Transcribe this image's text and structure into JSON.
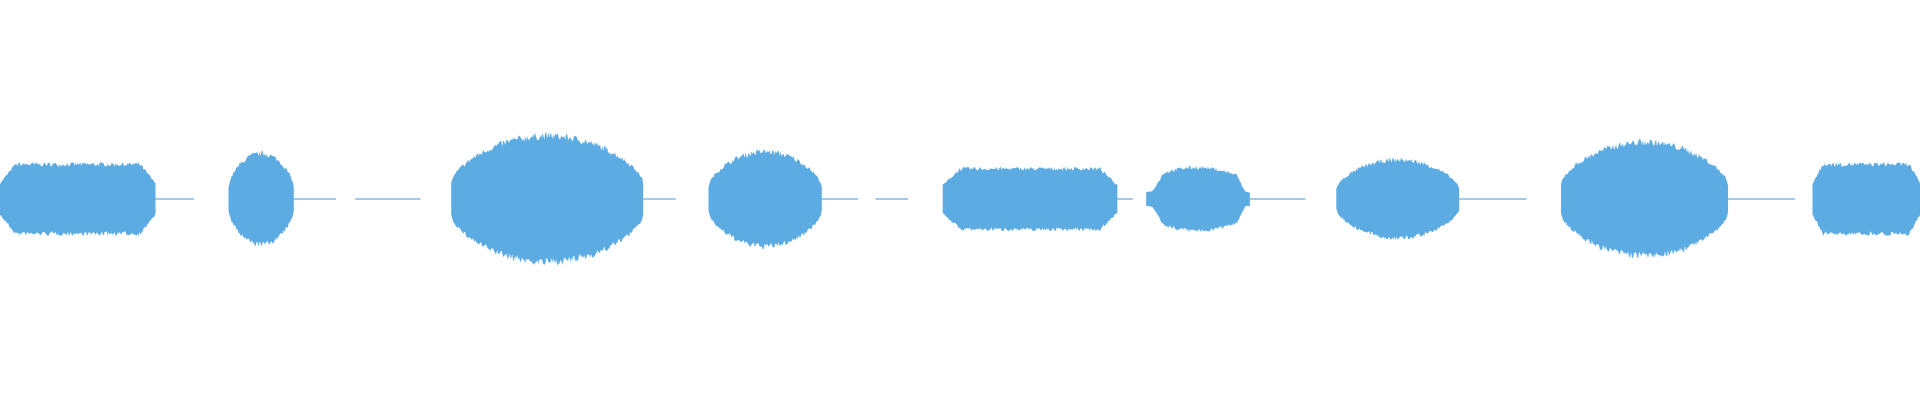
{
  "waveform": {
    "color": "#5DABE3",
    "segments": [
      {
        "start": 0.0,
        "end": 0.081,
        "shape": "flat",
        "peak": 0.55
      },
      {
        "start": 0.081,
        "end": 0.101,
        "shape": "tail",
        "peak": 0.03
      },
      {
        "start": 0.119,
        "end": 0.153,
        "shape": "dome",
        "peak": 0.72
      },
      {
        "start": 0.153,
        "end": 0.175,
        "shape": "tail",
        "peak": 0.03
      },
      {
        "start": 0.185,
        "end": 0.219,
        "shape": "tail",
        "peak": 0.03
      },
      {
        "start": 0.235,
        "end": 0.335,
        "shape": "dome",
        "peak": 1.0
      },
      {
        "start": 0.335,
        "end": 0.352,
        "shape": "tail",
        "peak": 0.03
      },
      {
        "start": 0.369,
        "end": 0.428,
        "shape": "dome",
        "peak": 0.75
      },
      {
        "start": 0.428,
        "end": 0.447,
        "shape": "tail",
        "peak": 0.03
      },
      {
        "start": 0.456,
        "end": 0.473,
        "shape": "tail",
        "peak": 0.03
      },
      {
        "start": 0.491,
        "end": 0.582,
        "shape": "flat",
        "peak": 0.48
      },
      {
        "start": 0.582,
        "end": 0.59,
        "shape": "tail",
        "peak": 0.03
      },
      {
        "start": 0.597,
        "end": 0.651,
        "shape": "blob",
        "peak": 0.5
      },
      {
        "start": 0.651,
        "end": 0.68,
        "shape": "tail",
        "peak": 0.03
      },
      {
        "start": 0.696,
        "end": 0.76,
        "shape": "dome",
        "peak": 0.62
      },
      {
        "start": 0.76,
        "end": 0.795,
        "shape": "tail",
        "peak": 0.03
      },
      {
        "start": 0.813,
        "end": 0.9,
        "shape": "dome",
        "peak": 0.9
      },
      {
        "start": 0.9,
        "end": 0.935,
        "shape": "tail",
        "peak": 0.03
      },
      {
        "start": 0.944,
        "end": 1.0,
        "shape": "flat",
        "peak": 0.55
      }
    ]
  }
}
